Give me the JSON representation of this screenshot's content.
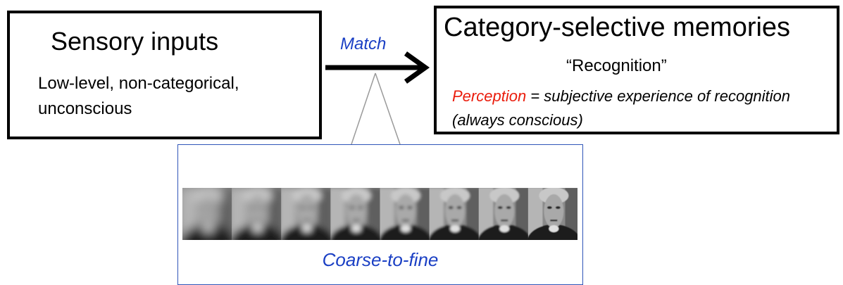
{
  "sensory": {
    "title": "Sensory inputs",
    "description": "Low-level, non-categorical, unconscious"
  },
  "arrow": {
    "label": "Match"
  },
  "memory": {
    "title": "Category-selective memories",
    "recognition": "“Recognition”",
    "perception_term": "Perception",
    "perception_rest": " = subjective experience of recognition (always conscious)"
  },
  "detail": {
    "label": "Coarse-to-fine",
    "frame_count": 8,
    "blur_levels": [
      7,
      5.5,
      4.2,
      3.2,
      2.3,
      1.6,
      1.0,
      0.5
    ]
  },
  "colors": {
    "label_blue": "#1a3fc4",
    "perception_red": "#ea1c0c",
    "detail_border": "#2f55b8"
  }
}
